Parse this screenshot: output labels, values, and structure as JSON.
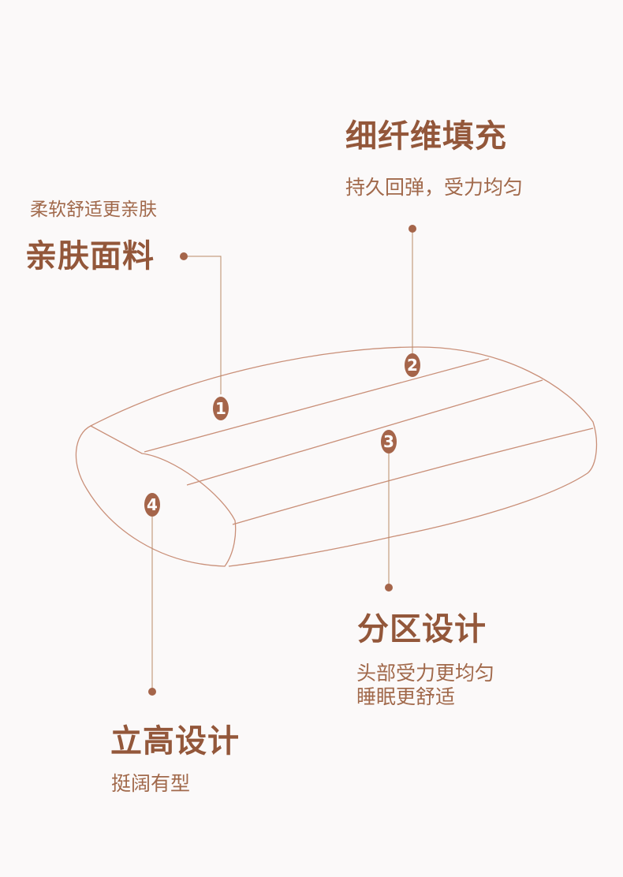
{
  "accent_color": "#a5654a",
  "callouts": [
    {
      "number": "1",
      "title": "亲肤面料",
      "desc": [
        "柔软舒适更亲肤"
      ]
    },
    {
      "number": "2",
      "title": "细纤维填充",
      "desc": [
        "持久回弹，受力均匀"
      ]
    },
    {
      "number": "3",
      "title": "分区设计",
      "desc": [
        "头部受力更均匀",
        "睡眠更舒适"
      ]
    },
    {
      "number": "4",
      "title": "立高设计",
      "desc": [
        "挺阔有型"
      ]
    }
  ]
}
